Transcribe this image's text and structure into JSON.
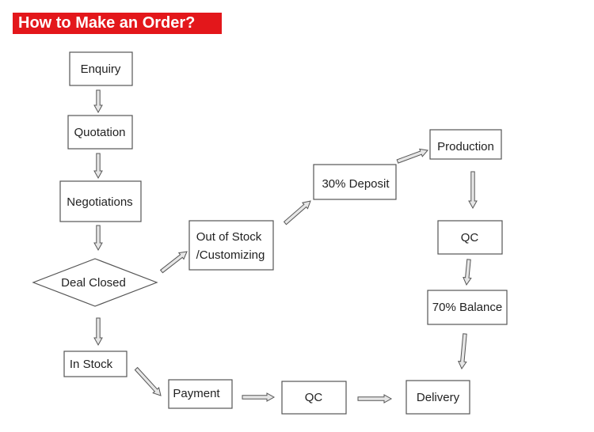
{
  "title": "How to Make an Order?",
  "steps": {
    "enquiry": "Enquiry",
    "quotation": "Quotation",
    "negotiations": "Negotiations",
    "deal_closed": "Deal Closed",
    "in_stock": "In Stock",
    "payment": "Payment",
    "qc_bottom": "QC",
    "delivery": "Delivery",
    "out_of_stock_line1": "Out of Stock",
    "out_of_stock_line2": "/Customizing",
    "deposit": "30% Deposit",
    "production": "Production",
    "qc_right": "QC",
    "balance": "70% Balance"
  }
}
